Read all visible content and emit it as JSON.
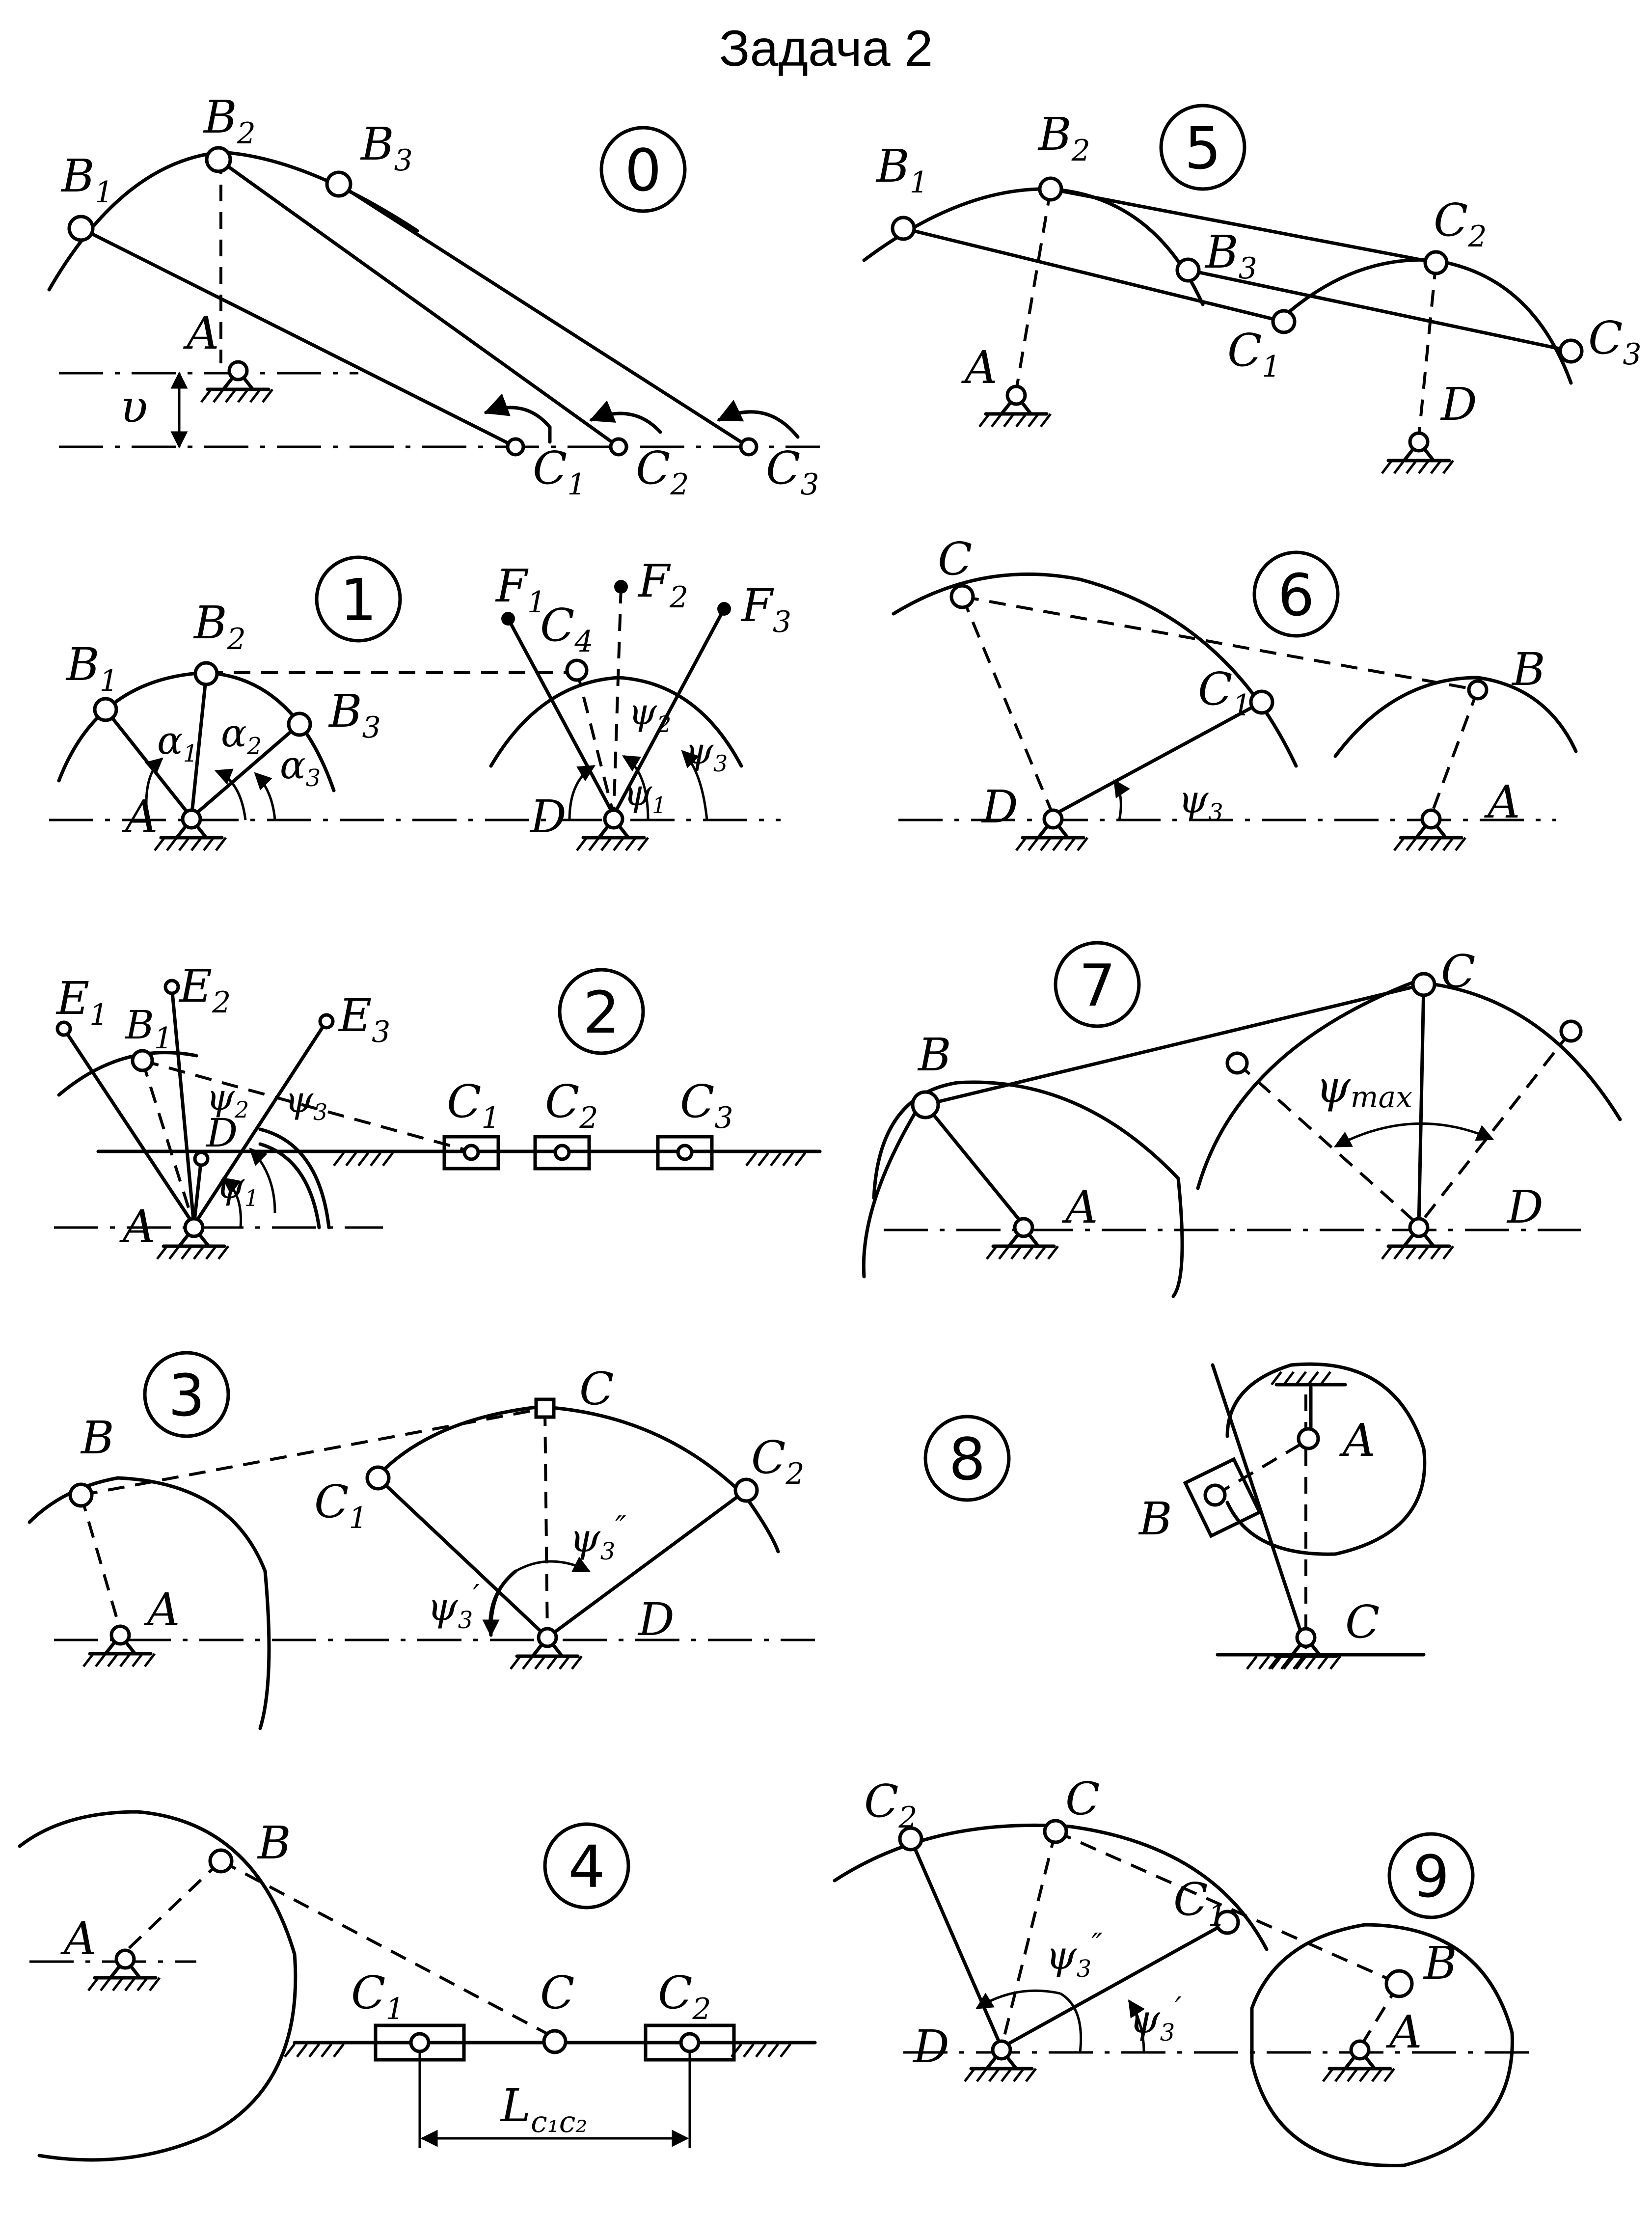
{
  "title": "Задача 2",
  "variants": {
    "v0": {
      "number": "0",
      "labels": {
        "B1": "B",
        "B1s": "1",
        "B2": "B",
        "B2s": "2",
        "B3": "B",
        "B3s": "3",
        "A": "A",
        "v": "υ",
        "C1": "C",
        "C1s": "1",
        "C2": "C",
        "C2s": "2",
        "C3": "C",
        "C3s": "3"
      }
    },
    "v1": {
      "number": "1",
      "labels": {
        "B1": "B",
        "B1s": "1",
        "B2": "B",
        "B2s": "2",
        "B3": "B",
        "B3s": "3",
        "A": "A",
        "a1": "α",
        "a1s": "1",
        "a2": "α",
        "a2s": "2",
        "a3": "α",
        "a3s": "3",
        "F1": "F",
        "F1s": "1",
        "F2": "F",
        "F2s": "2",
        "F3": "F",
        "F3s": "3",
        "C4": "C",
        "C4s": "4",
        "D": "D",
        "p1": "ψ",
        "p1s": "1",
        "p2": "ψ",
        "p2s": "2",
        "p3": "ψ",
        "p3s": "3"
      }
    },
    "v2": {
      "number": "2",
      "labels": {
        "E1": "E",
        "E1s": "1",
        "E2": "E",
        "E2s": "2",
        "E3": "E",
        "E3s": "3",
        "B1": "B",
        "B1s": "1",
        "D": "D",
        "A": "A",
        "p1": "ψ",
        "p1s": "1",
        "p2": "ψ",
        "p2s": "2",
        "p3": "ψ",
        "p3s": "3",
        "C1": "C",
        "C1s": "1",
        "C2": "C",
        "C2s": "2",
        "C3": "C",
        "C3s": "3"
      }
    },
    "v3": {
      "number": "3",
      "labels": {
        "B": "B",
        "A": "A",
        "C": "C",
        "C1": "C",
        "C1s": "1",
        "C2": "C",
        "C2s": "2",
        "D": "D",
        "pp": "ψ",
        "pps": "3",
        "ppm": "″",
        "p": "ψ",
        "ps": "3",
        "pm": "′"
      }
    },
    "v4": {
      "number": "4",
      "labels": {
        "A": "A",
        "B": "B",
        "C": "C",
        "C1": "C",
        "C1s": "1",
        "C2": "C",
        "C2s": "2",
        "L": "L",
        "Ls": "c₁c₂"
      }
    },
    "v5": {
      "number": "5",
      "labels": {
        "B1": "B",
        "B1s": "1",
        "B2": "B",
        "B2s": "2",
        "B3": "B",
        "B3s": "3",
        "C1": "C",
        "C1s": "1",
        "C2": "C",
        "C2s": "2",
        "C3": "C",
        "C3s": "3",
        "A": "A",
        "D": "D"
      }
    },
    "v6": {
      "number": "6",
      "labels": {
        "C": "C",
        "C1": "C",
        "C1s": "1",
        "B": "B",
        "D": "D",
        "A": "A",
        "p": "ψ",
        "ps": "3"
      }
    },
    "v7": {
      "number": "7",
      "labels": {
        "B": "B",
        "A": "A",
        "C": "C",
        "D": "D",
        "pmax": "ψ",
        "pmaxs": "max"
      }
    },
    "v8": {
      "number": "8",
      "labels": {
        "A": "A",
        "B": "B",
        "C": "C"
      }
    },
    "v9": {
      "number": "9",
      "labels": {
        "C2": "C",
        "C2s": "2",
        "C": "C",
        "C1": "C",
        "C1s": "1",
        "B": "B",
        "A": "A",
        "D": "D",
        "pp": "ψ",
        "pps": "3",
        "ppm": "″",
        "p": "ψ",
        "ps": "3",
        "pm": "′"
      }
    }
  }
}
